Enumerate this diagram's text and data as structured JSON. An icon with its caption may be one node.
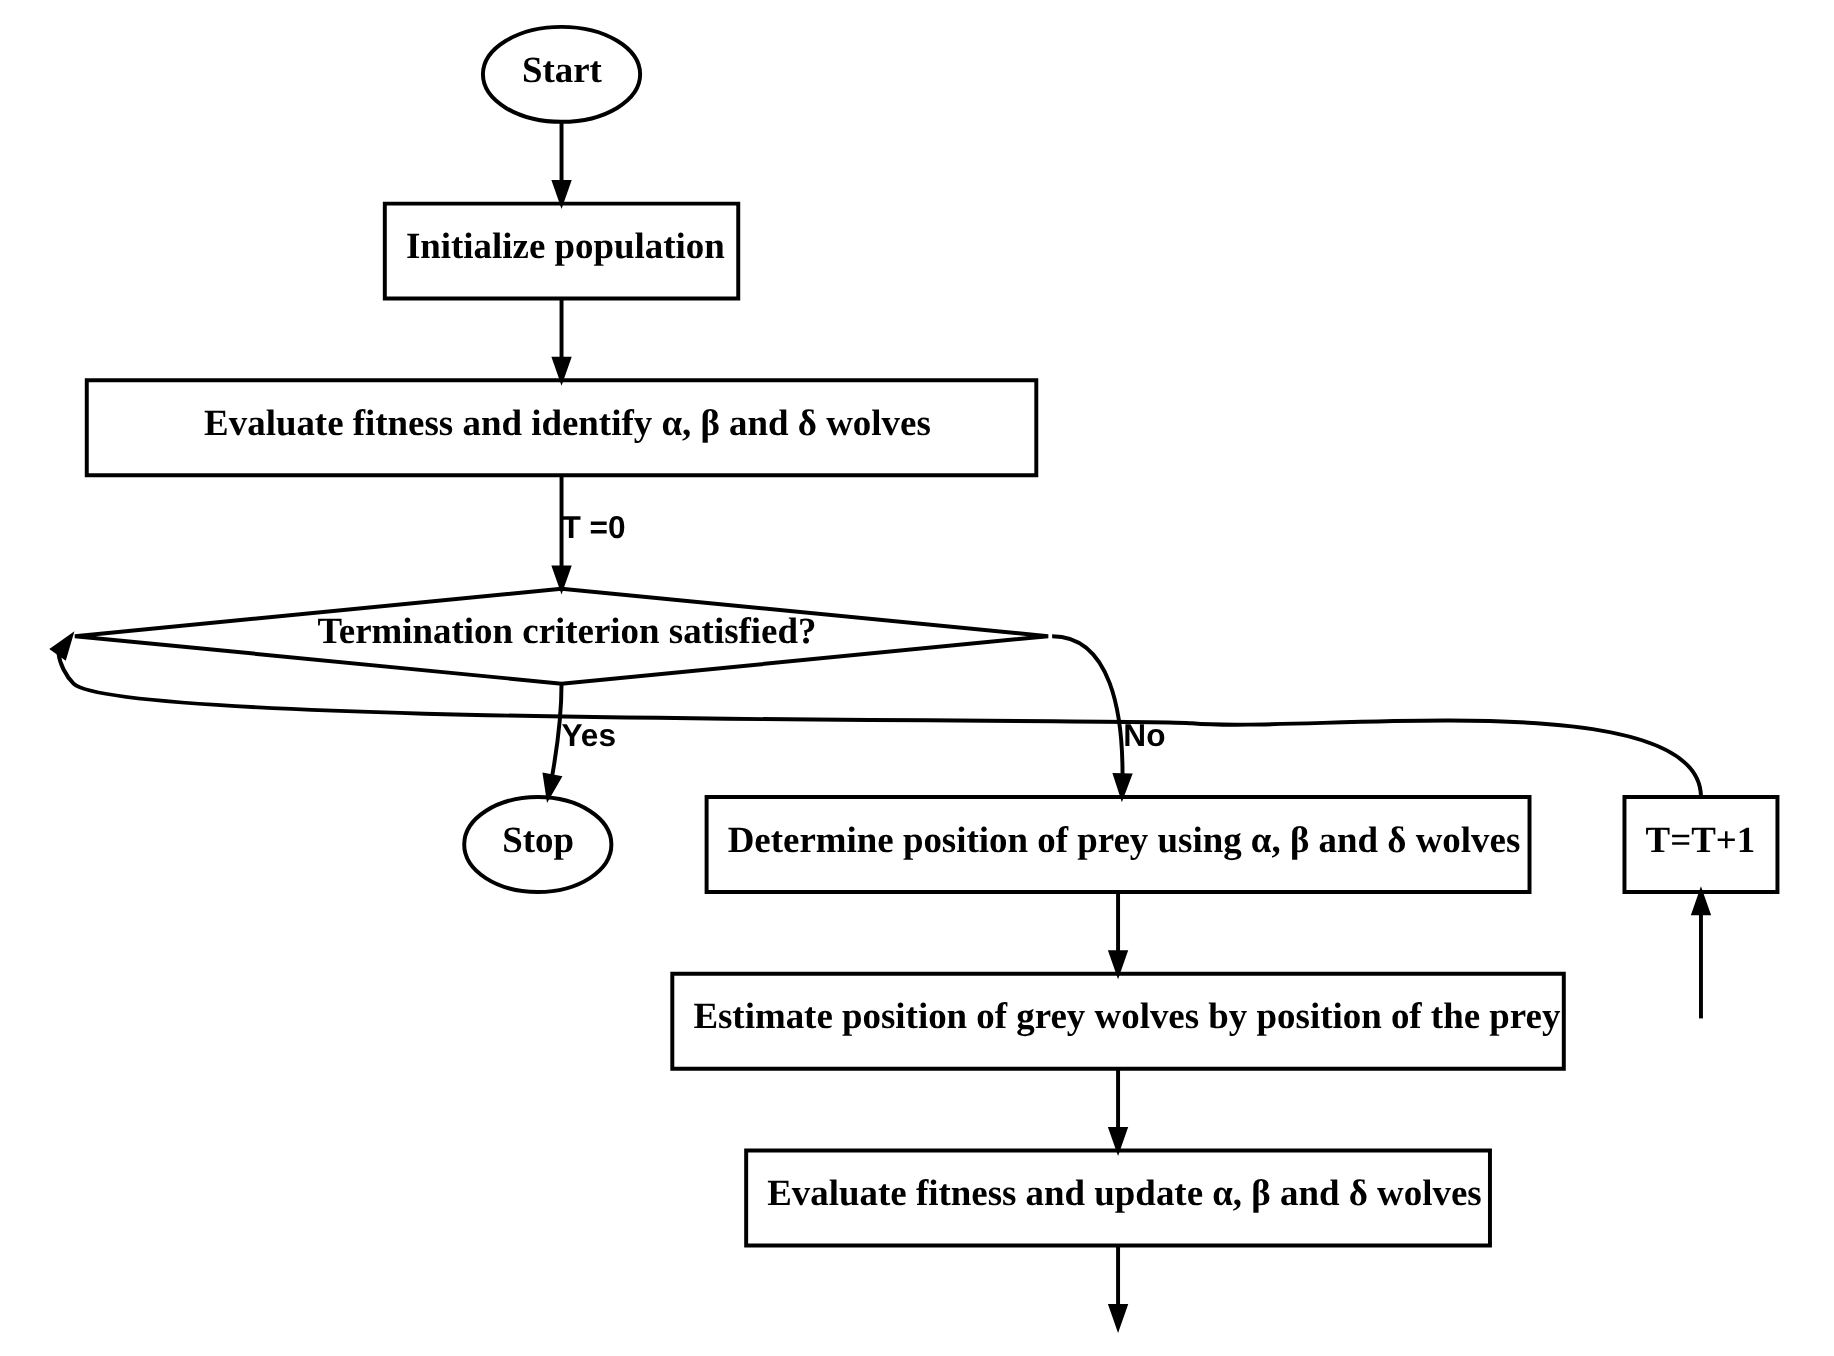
{
  "diagram": {
    "nodes": [
      {
        "text": [
          "Start"
        ]
      },
      {
        "text": [
          "Initialize population"
        ]
      },
      {
        "text": [
          "Evaluate fitness and identify α, β and δ wolves"
        ]
      },
      {
        "text": [
          "Termination criterion satisfied?"
        ]
      },
      {
        "text": [
          "Determine position of prey using α, β and δ wolves"
        ]
      },
      {
        "text": [
          "Estimate position of grey wolves by position of the prey"
        ]
      },
      {
        "text": [
          "Evaluate fitness and update α, β and δ wolves"
        ]
      },
      {
        "text": [
          "Stop"
        ]
      },
      {
        "text": [
          "T=T+1"
        ]
      }
    ],
    "edges": [
      {
        "from": 0,
        "to": 1,
        "arrow": "to"
      },
      {
        "from": 1,
        "to": 2,
        "arrow": "to"
      },
      {
        "from": 2,
        "to": 3,
        "label": "T =0",
        "arrow": "to"
      },
      {
        "from": 3,
        "to": 4,
        "label": "No",
        "arrow": "to"
      },
      {
        "from": 4,
        "to": 5,
        "arrow": "to"
      },
      {
        "from": 5,
        "to": 6,
        "arrow": "to"
      },
      {
        "from": 6,
        "to": null,
        "arrow": "to"
      },
      {
        "from": null,
        "to": 8,
        "arrow": "to"
      },
      {
        "from": 8,
        "to": 3,
        "arrow": "to"
      },
      {
        "from": 3,
        "to": 7,
        "label": "Yes",
        "arrow": "to"
      }
    ]
  }
}
